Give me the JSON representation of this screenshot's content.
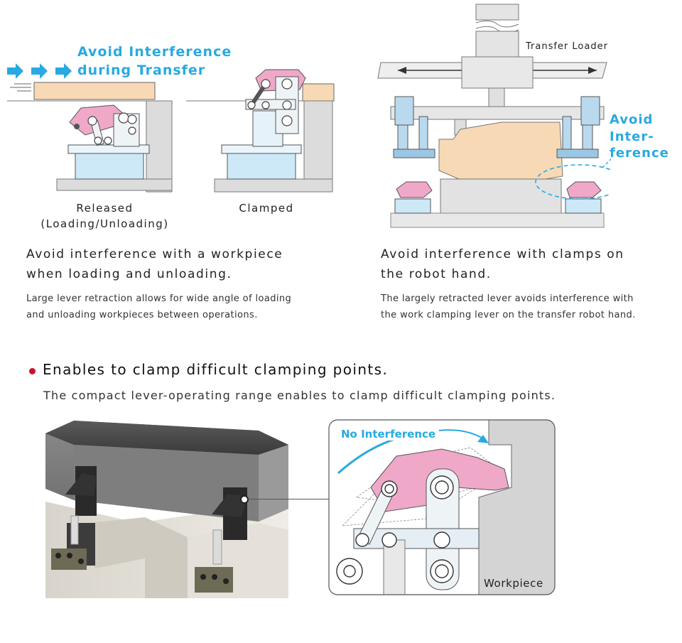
{
  "left_panel": {
    "headline_line1": "Avoid Interference",
    "headline_line2": "during Transfer",
    "caption_released_1": "Released",
    "caption_released_2": "(Loading/Unloading)",
    "caption_clamped": "Clamped",
    "heading_line1": "Avoid interference with a workpiece",
    "heading_line2": "when loading and unloading.",
    "body_line1": "Large lever retraction allows for wide angle of loading",
    "body_line2": "and unloading workpieces between operations."
  },
  "right_panel": {
    "transfer_loader_label": "Transfer Loader",
    "avoid_line1": "Avoid",
    "avoid_line2": "Inter-",
    "avoid_line3": "ference",
    "heading_line1": "Avoid interference with clamps on",
    "heading_line2": "the robot hand.",
    "body_line1": "The largely retracted lever avoids interference with",
    "body_line2": "the work clamping lever on the transfer robot hand."
  },
  "section2": {
    "title": "Enables to clamp difficult clamping points.",
    "subtitle": "The compact lever-operating range enables to clamp difficult clamping points.",
    "no_interference_label": "No Interference",
    "workpiece_label": "Workpiece"
  },
  "colors": {
    "accent_cyan": "#29a9e1",
    "bullet_red": "#c8102e",
    "lever_pink": "#f0a8c8",
    "body_blue": "#cde8f6",
    "workpiece_tan": "#f7d9b5"
  }
}
